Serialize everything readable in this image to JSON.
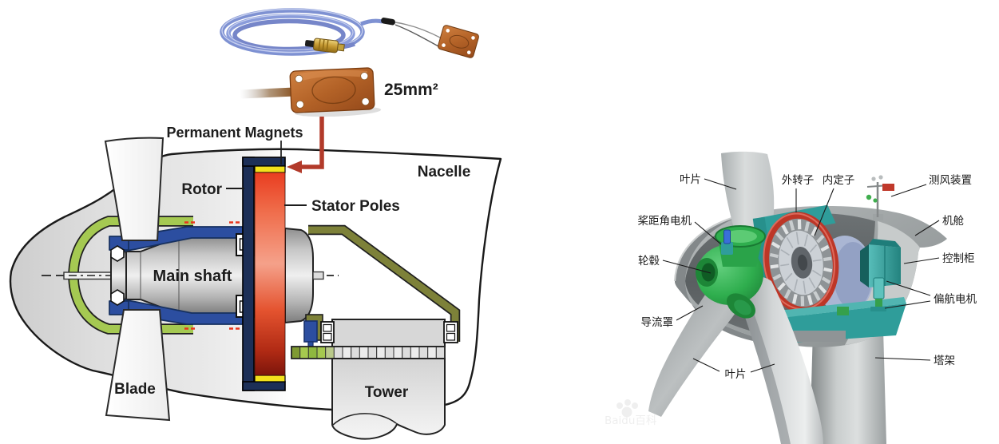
{
  "figure_left": {
    "type": "cutaway-diagram",
    "subject": "Direct-drive wind turbine nacelle cross-section with strain sensor photo",
    "sensor_photo": {
      "caption": "25mm²",
      "parts": [
        "coiled blue cable",
        "gold connector",
        "copper sensor patch"
      ]
    },
    "labels": {
      "permanent_magnets": "Permanent Magnets",
      "rotor": "Rotor",
      "stator_poles": "Stator Poles",
      "nacelle": "Nacelle",
      "main_shaft": "Main shaft",
      "blade": "Blade",
      "tower": "Tower"
    },
    "colors": {
      "rotor_navy": "#1c2f57",
      "stator_red_top": "#e93d20",
      "stator_salmon_mid": "#f5a18a",
      "stator_dark_bottom": "#7c150b",
      "magnet_yellow": "#f2e11c",
      "frame_blue": "#2c4ea0",
      "ring_green": "#a5c952",
      "rear_frame_olive": "#7d8139",
      "arrow_red": "#b23a2a",
      "body_gray": "#e0e0e0"
    }
  },
  "figure_right": {
    "type": "3d-render-annotated",
    "subject": "Direct-drive wind turbine nacelle 3D cutaway with Chinese part labels",
    "labels": {
      "blade_top": "叶片",
      "pitch_motor": "桨距角电机",
      "hub": "轮毂",
      "nose_cone": "导流罩",
      "blade_bottom": "叶片",
      "outer_rotor": "外转子",
      "inner_stator": "内定子",
      "wind_sensor": "测风装置",
      "nacelle": "机舱",
      "control_cabinet": "控制柜",
      "yaw_motor": "偏航电机",
      "tower": "塔架"
    },
    "watermark": "Baidu百科",
    "colors": {
      "shell_gray": "#a9adae",
      "interior_teal": "#2f9d9a",
      "hub_green": "#2fae4e",
      "rotor_ring_red": "#c0392b",
      "drum_lavender": "#aab6d3"
    }
  }
}
